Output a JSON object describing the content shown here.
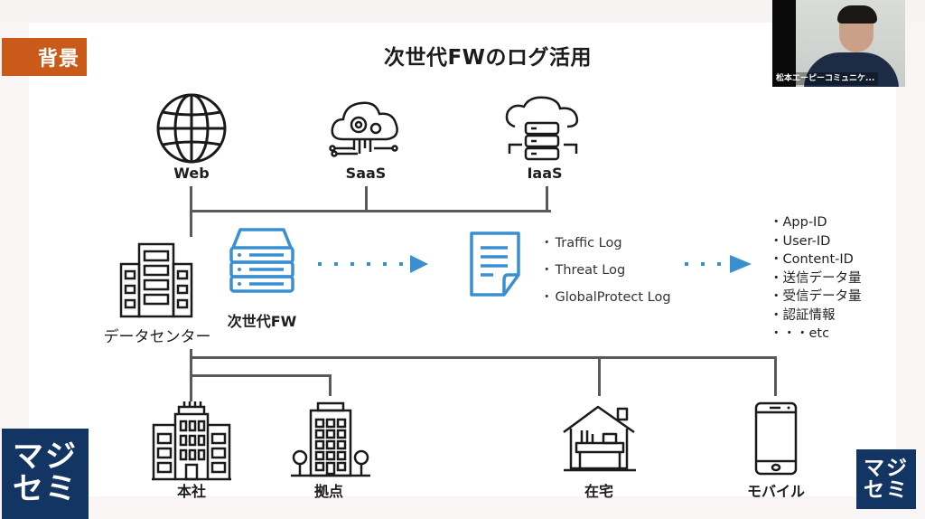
{
  "section_tag": "背景",
  "title": "次世代FWのログ活用",
  "webcam": {
    "participant_name": "松本エーピーコミュニケ..."
  },
  "cloud_sources": [
    {
      "label": "Web",
      "icon": "globe-icon"
    },
    {
      "label": "SaaS",
      "icon": "cloud-gear-icon"
    },
    {
      "label": "IaaS",
      "icon": "cloud-server-icon"
    }
  ],
  "datacenter": {
    "label": "データセンター",
    "icon": "datacenter-icon"
  },
  "firewall": {
    "label": "次世代FW",
    "icon": "firewall-server-icon"
  },
  "logs": {
    "icon": "document-icon",
    "items": [
      "Traffic Log",
      "Threat Log",
      "GlobalProtect Log"
    ]
  },
  "attributes": {
    "items": [
      "App-ID",
      "User-ID",
      "Content-ID",
      "送信データ量",
      "受信データ量",
      "認証情報",
      "・・etc"
    ]
  },
  "endpoints": [
    {
      "label": "本社",
      "icon": "headquarters-building-icon"
    },
    {
      "label": "拠点",
      "icon": "branch-building-icon"
    },
    {
      "label": "在宅",
      "icon": "home-office-icon"
    },
    {
      "label": "モバイル",
      "icon": "smartphone-icon"
    }
  ],
  "logo": {
    "line1": "マジ",
    "line2": "セミ"
  },
  "colors": {
    "accent_orange": "#c95a1a",
    "accent_blue": "#3a8fd0",
    "logo_navy": "#133564",
    "line_gray": "#5a5a5a"
  }
}
